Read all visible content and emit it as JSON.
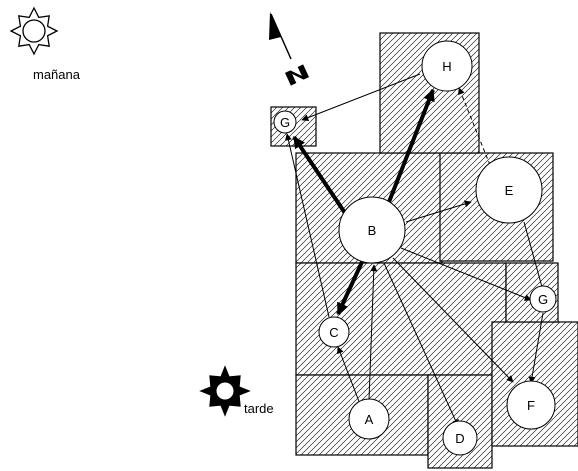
{
  "labels": {
    "morning": "mañana",
    "afternoon": "tarde"
  },
  "nodes": [
    {
      "id": "A",
      "label": "A"
    },
    {
      "id": "B",
      "label": "B"
    },
    {
      "id": "C",
      "label": "C"
    },
    {
      "id": "D",
      "label": "D"
    },
    {
      "id": "E",
      "label": "E"
    },
    {
      "id": "F",
      "label": "F"
    },
    {
      "id": "G1",
      "label": "G"
    },
    {
      "id": "G2",
      "label": "G"
    },
    {
      "id": "H",
      "label": "H"
    }
  ],
  "edges": [
    {
      "from": "B",
      "to": "H",
      "style": "thick"
    },
    {
      "from": "B",
      "to": "G1",
      "style": "thick"
    },
    {
      "from": "B",
      "to": "C",
      "style": "thick"
    },
    {
      "from": "H",
      "to": "G1",
      "style": "thin"
    },
    {
      "from": "E",
      "to": "H",
      "style": "dashed"
    },
    {
      "from": "B",
      "to": "E",
      "style": "thin"
    },
    {
      "from": "B",
      "to": "G2",
      "style": "thin"
    },
    {
      "from": "B",
      "to": "F",
      "style": "thin"
    },
    {
      "from": "B",
      "to": "D",
      "style": "thin"
    },
    {
      "from": "E",
      "to": "G2",
      "style": "thin"
    },
    {
      "from": "G2",
      "to": "F",
      "style": "thin"
    },
    {
      "from": "C",
      "to": "G1",
      "style": "thin"
    },
    {
      "from": "A",
      "to": "C",
      "style": "thin"
    },
    {
      "from": "A",
      "to": "B",
      "style": "thin"
    }
  ],
  "colors": {
    "ink": "#000000",
    "paper": "#ffffff"
  },
  "icons": [
    "morning-sun-icon",
    "afternoon-sun-icon",
    "north-arrow-icon"
  ]
}
